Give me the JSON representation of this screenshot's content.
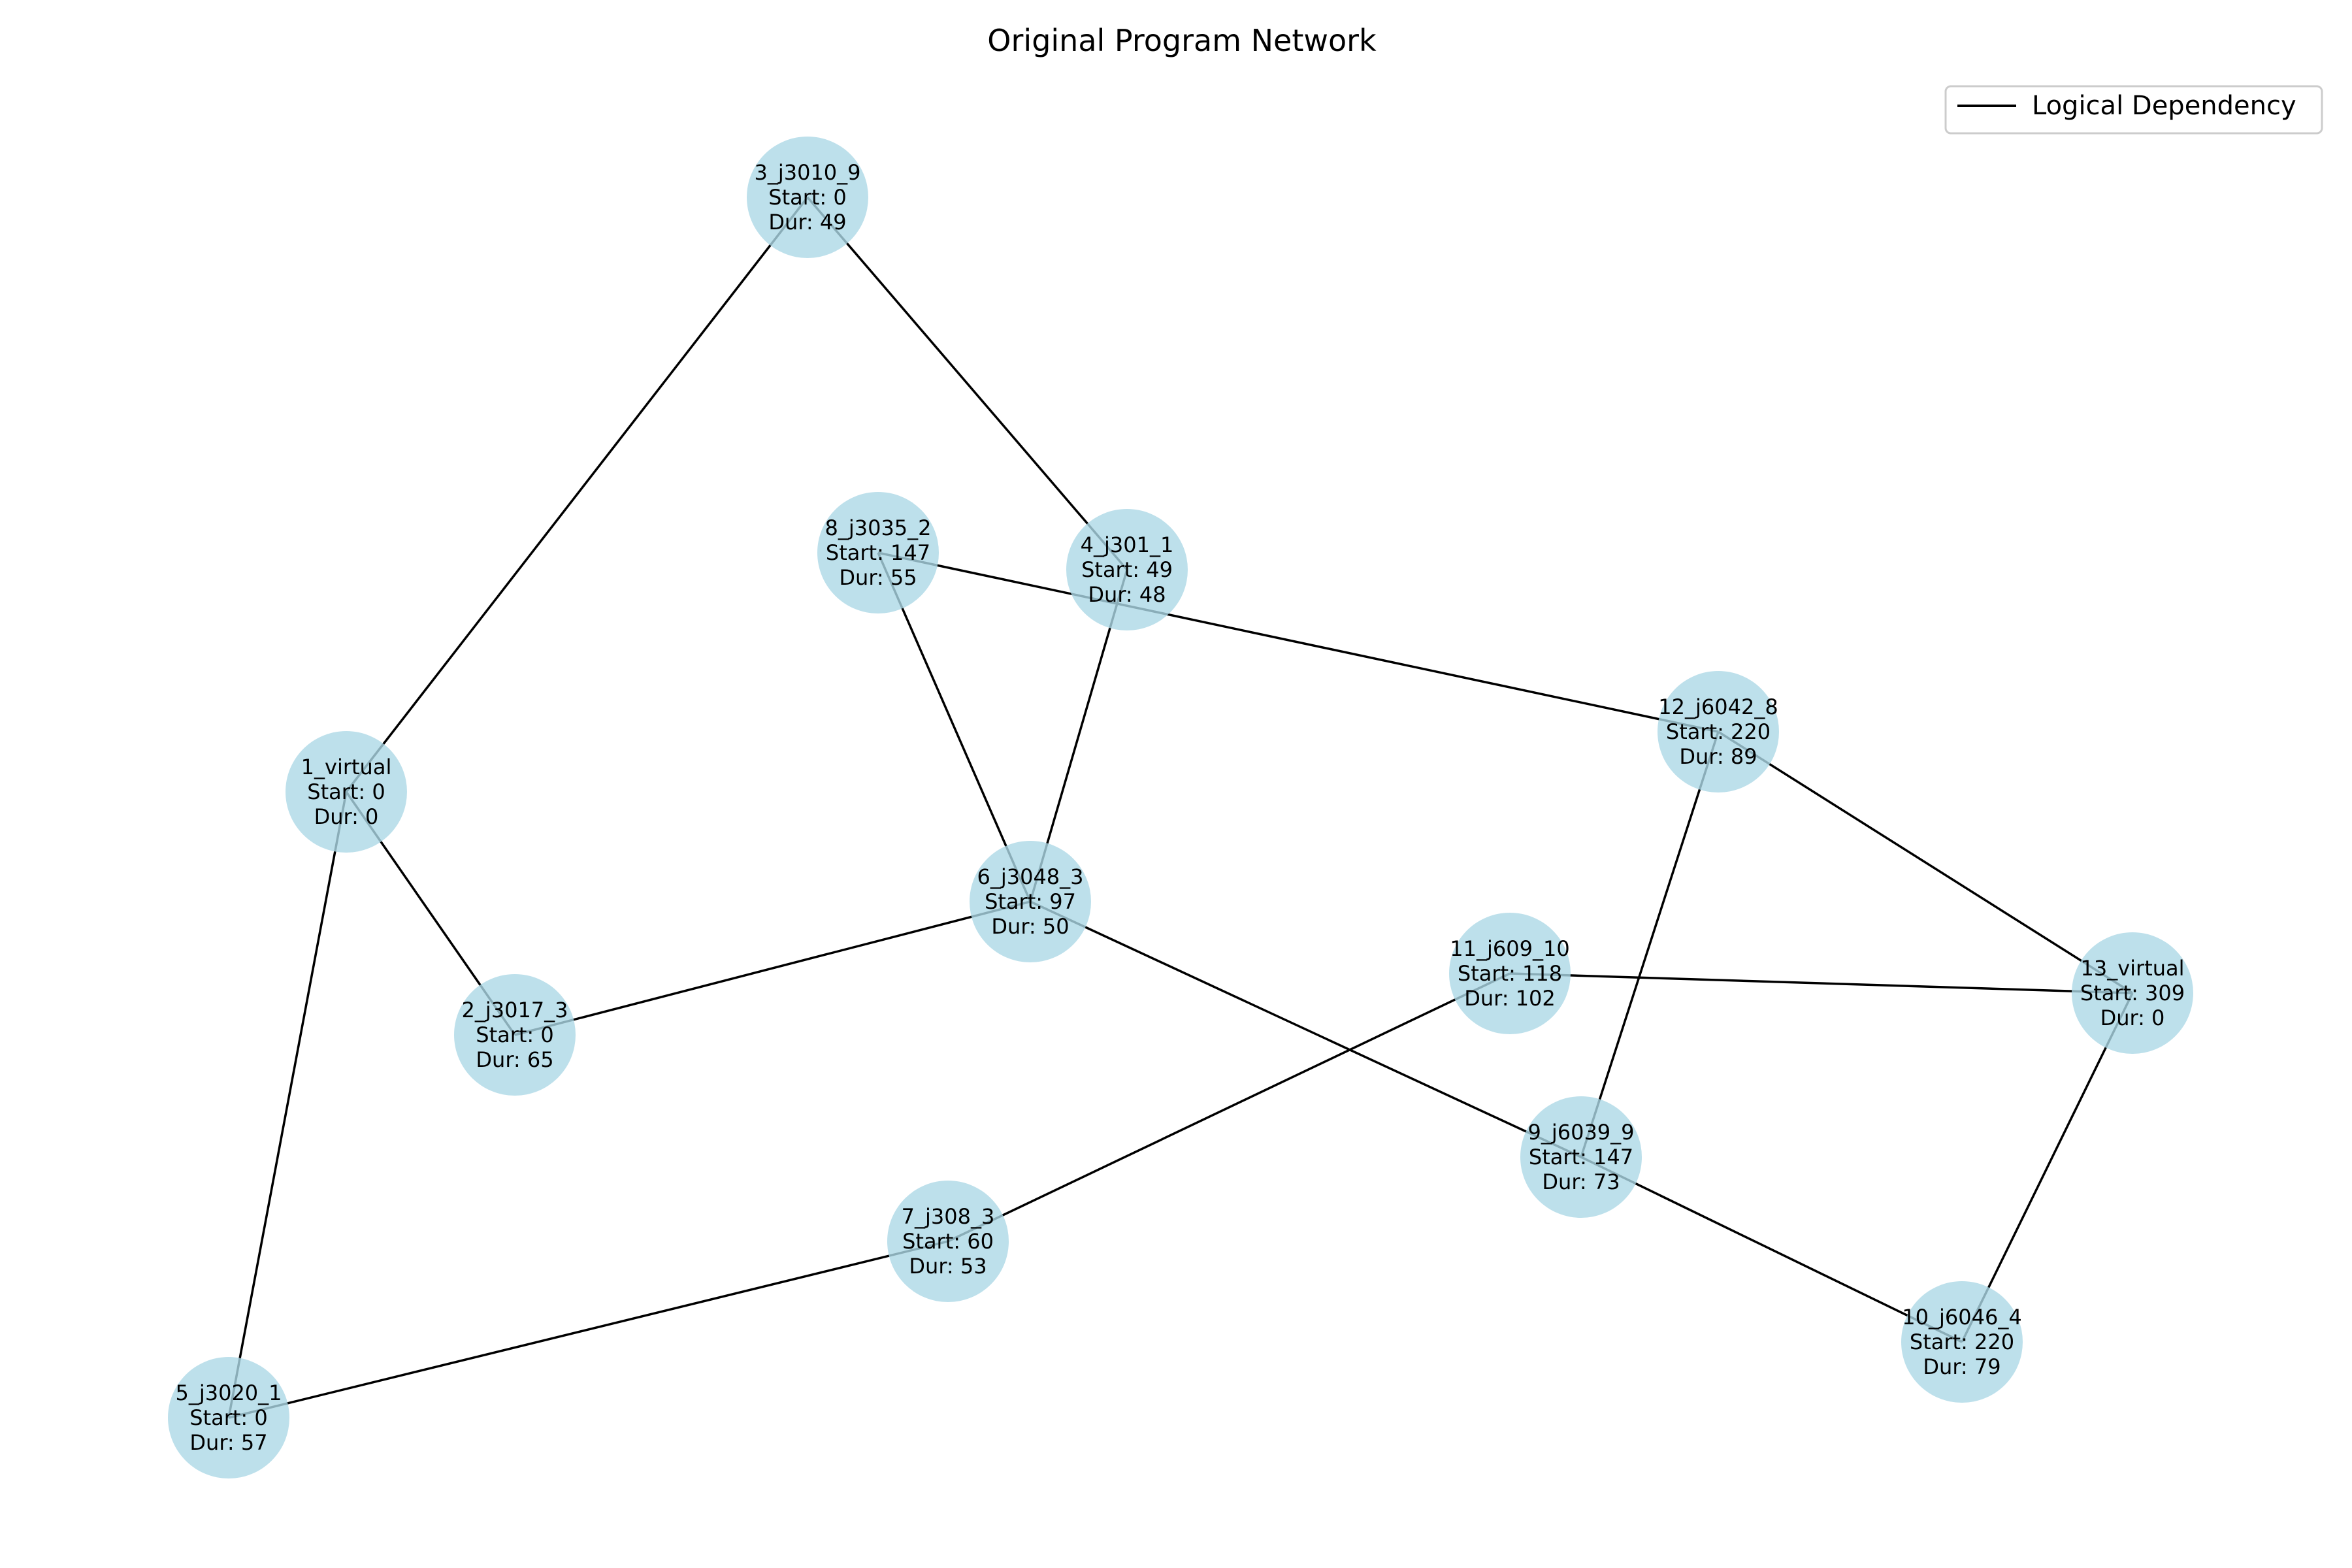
{
  "title": "Original Program Network",
  "legend": {
    "label": "Logical Dependency",
    "line_color": "#000000"
  },
  "colors": {
    "node_fill": "#add8e6",
    "edge": "#000000"
  },
  "nodes": [
    {
      "id": "1_virtual",
      "start": "Start: 0",
      "dur": "Dur: 0"
    },
    {
      "id": "2_j3017_3",
      "start": "Start: 0",
      "dur": "Dur: 65"
    },
    {
      "id": "3_j3010_9",
      "start": "Start: 0",
      "dur": "Dur: 49"
    },
    {
      "id": "4_j301_1",
      "start": "Start: 49",
      "dur": "Dur: 48"
    },
    {
      "id": "5_j3020_1",
      "start": "Start: 0",
      "dur": "Dur: 57"
    },
    {
      "id": "6_j3048_3",
      "start": "Start: 97",
      "dur": "Dur: 50"
    },
    {
      "id": "7_j308_3",
      "start": "Start: 60",
      "dur": "Dur: 53"
    },
    {
      "id": "8_j3035_2",
      "start": "Start: 147",
      "dur": "Dur: 55"
    },
    {
      "id": "9_j6039_9",
      "start": "Start: 147",
      "dur": "Dur: 73"
    },
    {
      "id": "10_j6046_4",
      "start": "Start: 220",
      "dur": "Dur: 79"
    },
    {
      "id": "11_j609_10",
      "start": "Start: 118",
      "dur": "Dur: 102"
    },
    {
      "id": "12_j6042_8",
      "start": "Start: 220",
      "dur": "Dur: 89"
    },
    {
      "id": "13_virtual",
      "start": "Start: 309",
      "dur": "Dur: 0"
    }
  ],
  "edges": [
    [
      "1_virtual",
      "3_j3010_9"
    ],
    [
      "1_virtual",
      "2_j3017_3"
    ],
    [
      "1_virtual",
      "5_j3020_1"
    ],
    [
      "3_j3010_9",
      "4_j301_1"
    ],
    [
      "4_j301_1",
      "6_j3048_3"
    ],
    [
      "2_j3017_3",
      "6_j3048_3"
    ],
    [
      "8_j3035_2",
      "6_j3048_3"
    ],
    [
      "8_j3035_2",
      "12_j6042_8"
    ],
    [
      "6_j3048_3",
      "9_j6039_9"
    ],
    [
      "5_j3020_1",
      "7_j308_3"
    ],
    [
      "7_j308_3",
      "11_j609_10"
    ],
    [
      "11_j609_10",
      "13_virtual"
    ],
    [
      "12_j6042_8",
      "9_j6039_9"
    ],
    [
      "12_j6042_8",
      "13_virtual"
    ],
    [
      "9_j6039_9",
      "10_j6046_4"
    ],
    [
      "10_j6046_4",
      "13_virtual"
    ]
  ]
}
